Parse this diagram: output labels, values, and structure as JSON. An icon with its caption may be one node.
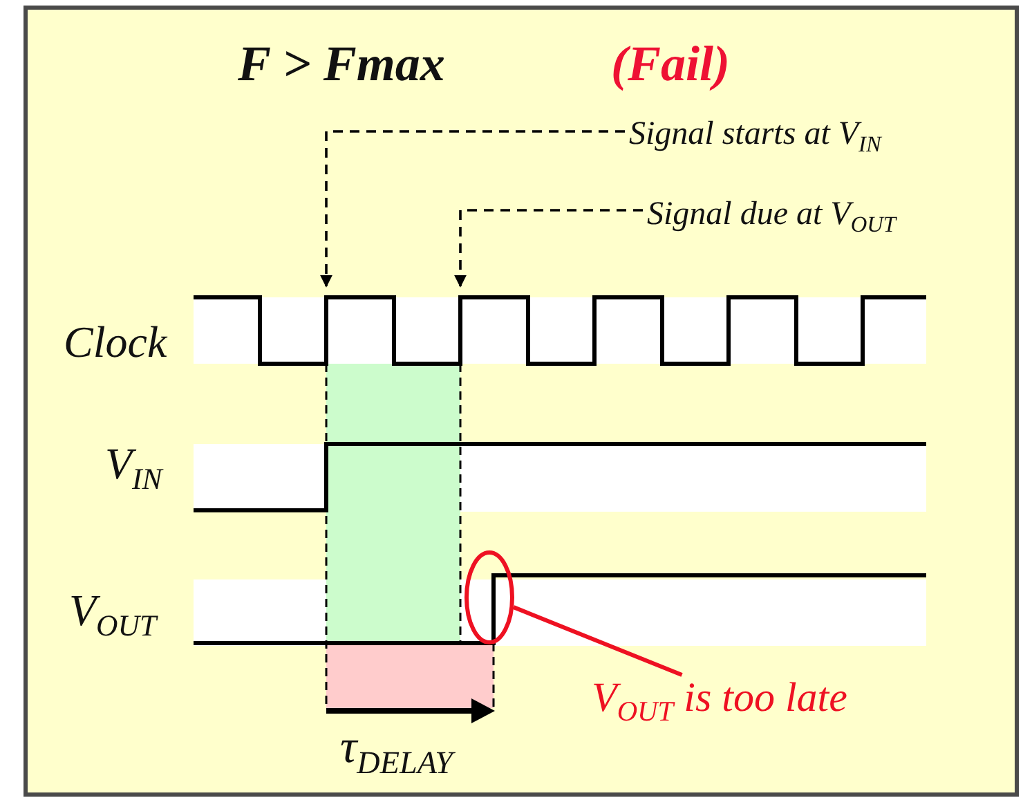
{
  "diagram": {
    "title": "F > Fmax",
    "nodes": [
      {
        "text": [
          "Signal starts at V$_{IN}$"
        ]
      },
      {
        "text": [
          "Signal due at V$_{OUT}$"
        ]
      },
      {
        "text": [
          "V$_{OUT}$ is too late"
        ]
      },
      {
        "text": [],
        "shape": "circle"
      }
    ],
    "edges": [
      {
        "from": 0,
        "to": null,
        "arrow": "to",
        "style": "dashed"
      },
      {
        "from": 1,
        "to": null,
        "arrow": "to",
        "style": "dashed"
      },
      {
        "from": 2,
        "to": 3,
        "arrow": "none",
        "color": "#ee1122"
      }
    ],
    "labels": [
      "(Fail)",
      "Clock",
      "V$_{IN}$",
      "V$_{OUT}$",
      "τ$_{DELAY}$"
    ]
  }
}
